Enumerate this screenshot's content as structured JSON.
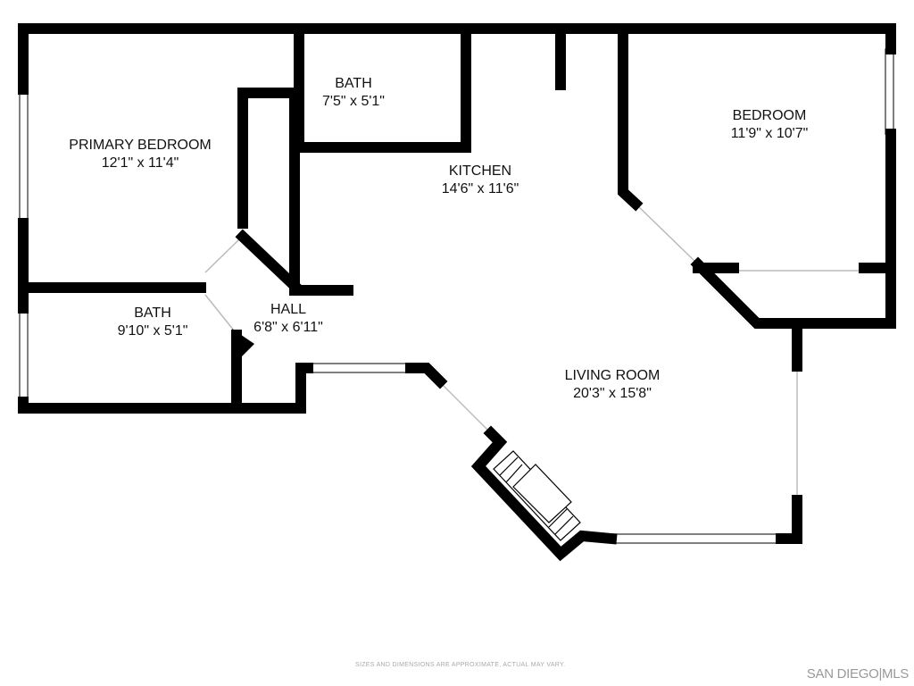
{
  "rooms": [
    {
      "name": "PRIMARY BEDROOM",
      "size": "12'1\" x 11'4\""
    },
    {
      "name": "BATH",
      "size": "7'5\" x 5'1\""
    },
    {
      "name": "KITCHEN",
      "size": "14'6\" x 11'6\""
    },
    {
      "name": "BEDROOM",
      "size": "11'9\" x 10'7\""
    },
    {
      "name": "BATH",
      "size": "9'10\" x 5'1\""
    },
    {
      "name": "HALL",
      "size": "6'8\" x 6'11\""
    },
    {
      "name": "LIVING ROOM",
      "size": "20'3\" x 15'8\""
    }
  ],
  "disclaimer": "SIZES AND DIMENSIONS ARE APPROXIMATE, ACTUAL MAY VARY.",
  "logo": "SAN DIEGO|MLS"
}
